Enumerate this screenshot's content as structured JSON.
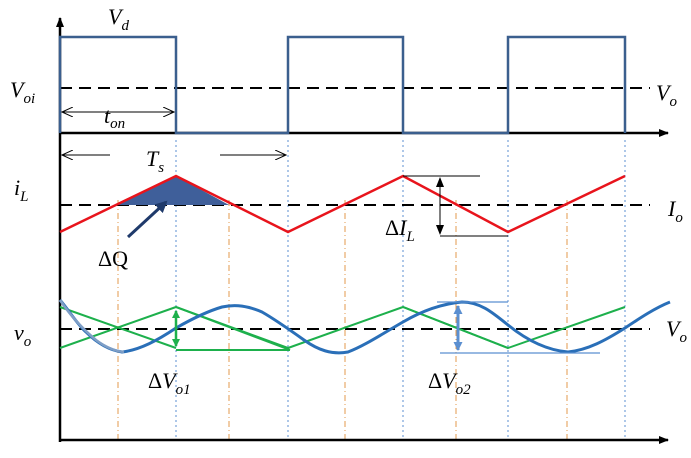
{
  "labels": {
    "vd_main": "V",
    "vd_sub": "d",
    "voi_main": "V",
    "voi_sub": "oi",
    "vo_top_main": "V",
    "vo_top_sub": "o",
    "ton_main": "t",
    "ton_sub": "on",
    "ts_main": "T",
    "ts_sub": "s",
    "il_main": "i",
    "il_sub": "L",
    "io_main": "I",
    "io_sub": "o",
    "dq": "ΔQ",
    "dil_delta": "Δ",
    "dil_main": "I",
    "dil_sub": "L",
    "vo_left_main": "v",
    "vo_left_sub": "o",
    "vo_right_main": "V",
    "vo_right_sub": "o",
    "dvo1_delta": "Δ",
    "dvo1_main": "V",
    "dvo1_sub": "o1",
    "dvo2_delta": "Δ",
    "dvo2_main": "V",
    "dvo2_sub": "o2"
  },
  "colors": {
    "axis": "#000000",
    "pulse": "#3b5f8e",
    "inductor_current": "#e8141c",
    "triangle_voltage": "#1db04c",
    "output_ripple": "#2a6fb8",
    "charge_fill": "#3f5f9a",
    "dq_arrow": "#1f3a6b",
    "dvo2_arrow": "#5b8fd0",
    "guide_blue": "#5b8fd0",
    "guide_orange": "#e39a4c"
  }
}
